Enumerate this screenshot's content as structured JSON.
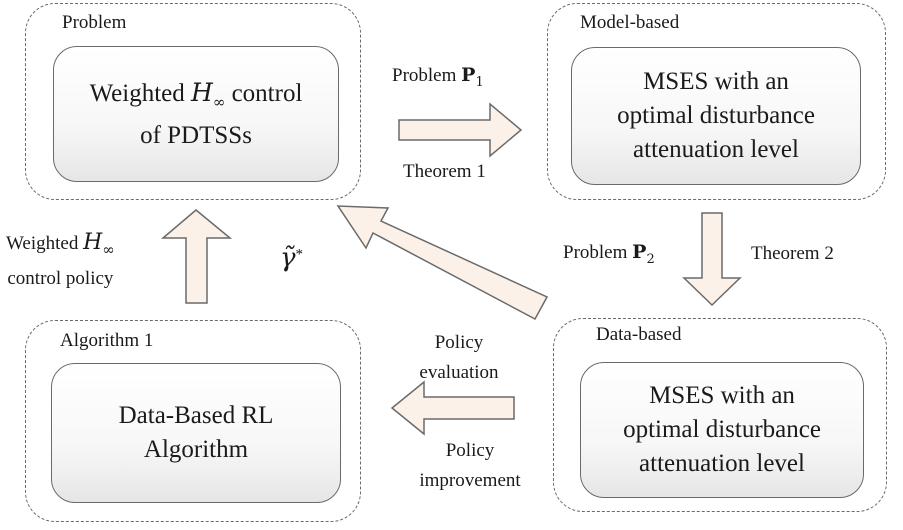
{
  "problem_group": {
    "label": "Problem",
    "box_line1_prefix": "Weighted ",
    "box_symbol": "H",
    "box_symbol_sub": "∞",
    "box_line1_suffix": " control",
    "box_line2": "of  PDTSSs"
  },
  "model_group": {
    "label": "Model-based",
    "box_lines": [
      "MSES with an",
      "optimal disturbance",
      "attenuation level"
    ]
  },
  "data_group": {
    "label": "Data-based",
    "box_lines": [
      "MSES with an",
      "optimal disturbance",
      "attenuation level"
    ]
  },
  "algo_group": {
    "label": "Algorithm 1",
    "box_lines": [
      "Data-Based RL",
      "Algorithm"
    ]
  },
  "arrow_labels": {
    "top_above": "Problem",
    "top_above_symbol": "P",
    "top_above_sub": "1",
    "top_below": "Theorem 1",
    "right_left": "Problem",
    "right_left_symbol": "P",
    "right_left_sub": "2",
    "right_right": "Theorem 2",
    "left_line1_prefix": "Weighted ",
    "left_symbol": "H",
    "left_symbol_sub": "∞",
    "left_line2": "control policy",
    "gamma": "γ̃",
    "gamma_sup": "*",
    "bottom_above_1": "Policy",
    "bottom_above_2": "evaluation",
    "bottom_below_1": "Policy",
    "bottom_below_2": "improvement"
  },
  "colors": {
    "arrow_fill": "#fbf1e9",
    "arrow_stroke": "#6a6a6a",
    "dashed_border": "#6a6a6a"
  }
}
